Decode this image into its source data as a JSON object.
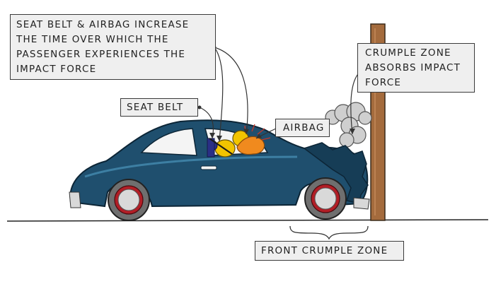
{
  "labels": {
    "seatbelt_airbag_note": [
      "SEAT BELT & AIRBAG INCREASE",
      "THE TIME OVER WHICH THE",
      "PASSENGER EXPERIENCES THE",
      "IMPACT FORCE"
    ],
    "crumple_absorb_note": [
      "CRUMPLE ZONE",
      "ABSORBS IMPACT",
      "FORCE"
    ],
    "seat_belt": "SEAT BELT",
    "airbag": "AIRBAG",
    "front_crumple_zone": "FRONT CRUMPLE ZONE"
  },
  "colors": {
    "car_body": "#1f4f6e",
    "car_highlight": "#3d7fa3",
    "wheel_rim": "#b21e26",
    "tyre": "#6f6f6f",
    "post": "#a46b3d",
    "airbag": "#f08a1e",
    "dummy": "#f2c400",
    "smoke": "#cfcfcf",
    "label_bg": "#efefef"
  }
}
